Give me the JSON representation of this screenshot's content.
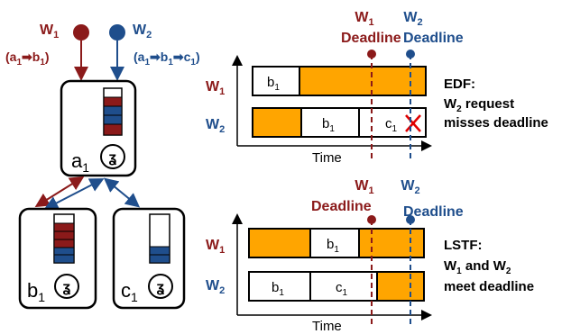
{
  "colors": {
    "red": "#8b1a1a",
    "blue": "#1f4e8c",
    "orange": "#ffa500",
    "cross": "#e00000",
    "stroke": "#000000"
  },
  "workloads": {
    "w1": {
      "name": "W",
      "sub": "1",
      "path": "(a→b)",
      "path_sub": [
        "1",
        "1"
      ]
    },
    "w2": {
      "name": "W",
      "sub": "2",
      "path": "(a→b→c)",
      "path_sub": [
        "1",
        "1",
        "1"
      ]
    }
  },
  "nodes": {
    "a": {
      "label": "a",
      "sub": "1"
    },
    "b": {
      "label": "b",
      "sub": "1"
    },
    "c": {
      "label": "c",
      "sub": "1"
    }
  },
  "edf": {
    "deadline_w1": "Deadline",
    "deadline_w2": "Deadline",
    "row_w1_cells": [
      "b1"
    ],
    "row_w2_cells": [
      "b1",
      "c1"
    ],
    "time_label": "Time",
    "note_title": "EDF:",
    "note_line1": "W",
    "note_line1_sub": "2",
    "note_line1_rest": " request",
    "note_line2": "misses deadline"
  },
  "lstf": {
    "deadline_w1": "Deadline",
    "deadline_w2": "Deadline",
    "row_w1_cells": [
      "b1"
    ],
    "row_w2_cells": [
      "b1",
      "c1"
    ],
    "time_label": "Time",
    "note_title": "LSTF:",
    "note_line1a": "W",
    "note_line1a_sub": "1",
    "note_line1b": " and W",
    "note_line1b_sub": "2",
    "note_line2": "meet deadline"
  },
  "row_labels": {
    "w1": {
      "name": "W",
      "sub": "1"
    },
    "w2": {
      "name": "W",
      "sub": "2"
    }
  }
}
